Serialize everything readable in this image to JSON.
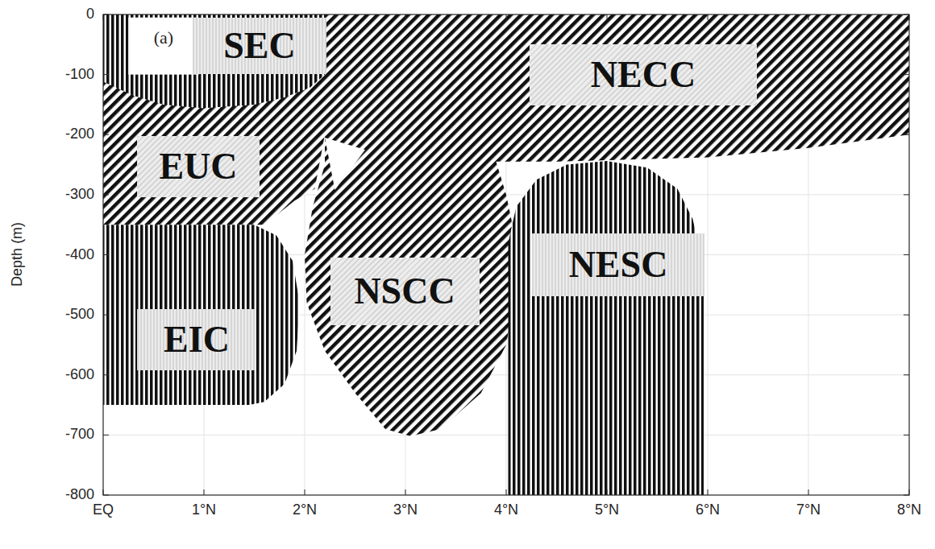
{
  "diagram": {
    "nodes": [
      {
        "text": [
          "SEC"
        ]
      },
      {
        "text": [
          "NECC"
        ]
      },
      {
        "text": [
          "EUC"
        ]
      },
      {
        "text": [
          "NSCC"
        ]
      },
      {
        "text": [
          "NESC"
        ]
      },
      {
        "text": [
          "EIC"
        ]
      }
    ],
    "labels": [
      "(a)",
      "0",
      "-100",
      "-200",
      "-300",
      "-400",
      "-500",
      "-600",
      "-700",
      "-800",
      "Depth (m)",
      "EQ",
      "1°N",
      "2°N",
      "3°N",
      "4°N",
      "5°N",
      "6°N",
      "7°N",
      "8°N"
    ]
  }
}
